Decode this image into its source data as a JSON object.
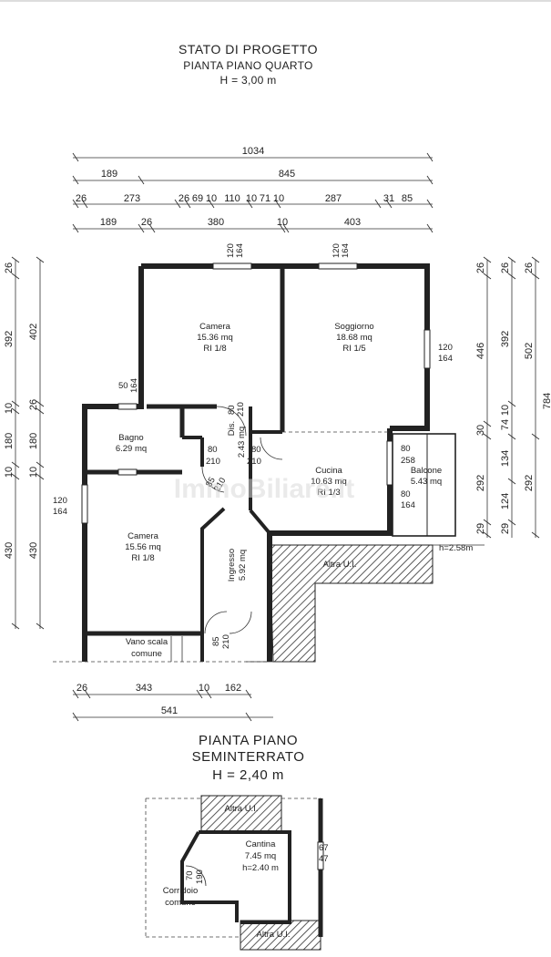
{
  "title": {
    "line1": "STATO DI PROGETTO",
    "line2": "PIANTA PIANO QUARTO",
    "line3": "H = 3,00 m"
  },
  "title2": {
    "line1": "PIANTA PIANO",
    "line2": "SEMINTERRATO",
    "line3": "H = 2,40 m"
  },
  "dims_top": {
    "total": "1034",
    "r2a": "189",
    "r2b": "845",
    "r3": [
      "26",
      "273",
      "26",
      "69",
      "10",
      "110",
      "10",
      "71",
      "10",
      "287",
      "31",
      "85"
    ],
    "r4": [
      "189",
      "26",
      "380",
      "10",
      "403"
    ]
  },
  "dims_left": {
    "outer": [
      "26",
      "392",
      "10",
      "180",
      "10",
      "430"
    ],
    "inner": [
      "402",
      "26",
      "180",
      "10",
      "430"
    ]
  },
  "dims_right": {
    "inner": [
      "26",
      "446",
      "30",
      "292",
      "29"
    ],
    "mid": [
      "26",
      "392",
      "10",
      "74",
      "134",
      "124",
      "29"
    ],
    "outer": [
      "26",
      "502",
      "292"
    ],
    "far": "784"
  },
  "dims_bottom": {
    "row1": [
      "26",
      "343",
      "10",
      "162"
    ],
    "row2": "541"
  },
  "rooms": [
    {
      "key": "camera1",
      "name": "Camera",
      "area": "15.36 mq",
      "ri": "RI 1/8"
    },
    {
      "key": "soggiorno",
      "name": "Soggiorno",
      "area": "18.68 mq",
      "ri": "RI 1/5"
    },
    {
      "key": "bagno",
      "name": "Bagno",
      "area": "6.29 mq"
    },
    {
      "key": "cucina",
      "name": "Cucina",
      "area": "10.63 mq",
      "ri": "RI 1/3"
    },
    {
      "key": "balcone",
      "name": "Balcone",
      "area": "5.43 mq"
    },
    {
      "key": "camera2",
      "name": "Camera",
      "area": "15.56 mq",
      "ri": "RI 1/8"
    },
    {
      "key": "ingresso",
      "name": "Ingresso",
      "area": "5.92 mq"
    },
    {
      "key": "dis",
      "name": "Dis.",
      "area": "2.43 mq"
    },
    {
      "key": "vano",
      "name": "Vano scala",
      "area": "comune"
    },
    {
      "key": "altra",
      "name": "Altra U.I."
    }
  ],
  "openings": {
    "w1": [
      "120",
      "164"
    ],
    "w2": [
      "120",
      "164"
    ],
    "w3": [
      "120",
      "164"
    ],
    "w4": [
      "120",
      "164"
    ],
    "w5": [
      "50",
      "164"
    ],
    "w6": [
      "80",
      "258"
    ],
    "w7": [
      "80",
      "164"
    ],
    "d1": [
      "80",
      "210"
    ],
    "d2": [
      "80",
      "210"
    ],
    "d3": [
      "80",
      "210"
    ],
    "d4": [
      "85",
      "210"
    ],
    "d5": [
      "85",
      "210"
    ]
  },
  "balcony_h": "h=2.58m",
  "cantina": {
    "name": "Cantina",
    "area": "7.45 mq",
    "h": "h=2.40 m",
    "corridoio": "Corridoio",
    "comune": "comune",
    "altra_top": "Altra U.I.",
    "altra_bot": "Altra U.I.",
    "win": [
      "67",
      "47"
    ],
    "door": [
      "70",
      "190"
    ]
  },
  "watermark": "ImmoBiliare.it"
}
